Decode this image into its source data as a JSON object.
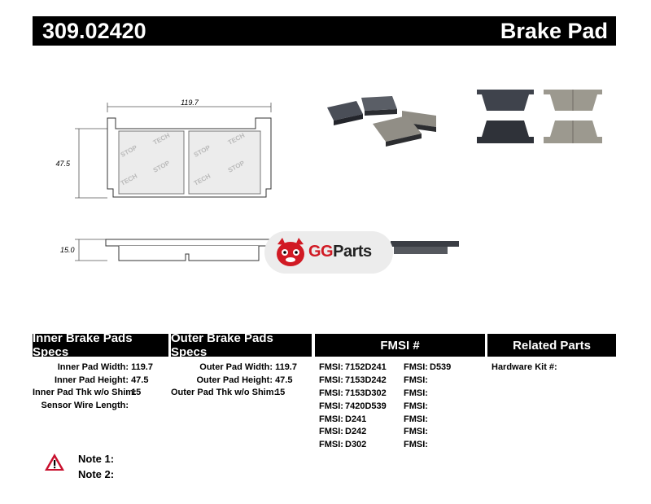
{
  "header": {
    "part_number": "309.02420",
    "product_type": "Brake Pad"
  },
  "drawing": {
    "width_dim": "119.7",
    "height_dim": "47.5",
    "thickness_dim": "15.0",
    "imprint": "STOPTECH"
  },
  "watermark": {
    "brand_gg": "GG",
    "brand_parts": "Parts"
  },
  "table": {
    "inner": {
      "title": "Inner Brake Pads Specs",
      "rows": [
        {
          "label": "Inner Pad Width:",
          "value": "119.7"
        },
        {
          "label": "Inner Pad Height:",
          "value": "47.5"
        },
        {
          "label": "Inner Pad Thk w/o Shim:",
          "value": "15"
        },
        {
          "label": "Sensor Wire Length:",
          "value": ""
        }
      ]
    },
    "outer": {
      "title": "Outer Brake Pads Specs",
      "rows": [
        {
          "label": "Outer Pad Width:",
          "value": "119.7"
        },
        {
          "label": "Outer Pad Height:",
          "value": "47.5"
        },
        {
          "label": "Outer Pad Thk w/o Shim:",
          "value": "15"
        }
      ]
    },
    "fmsi": {
      "title": "FMSI #",
      "prefix": "FMSI:",
      "col1": [
        "7152D241",
        "7153D242",
        "7153D302",
        "7420D539",
        "D241",
        "D242",
        "D302"
      ],
      "col2": [
        "D539",
        "",
        "",
        "",
        "",
        "",
        ""
      ]
    },
    "related": {
      "title": "Related Parts",
      "rows": [
        {
          "label": "Hardware Kit #:",
          "value": ""
        }
      ]
    }
  },
  "notes": {
    "note1": "Note 1:",
    "note2": "Note 2:"
  },
  "colors": {
    "header_bg": "#000000",
    "brand_red": "#d11a24",
    "warning_red": "#c8102e"
  }
}
